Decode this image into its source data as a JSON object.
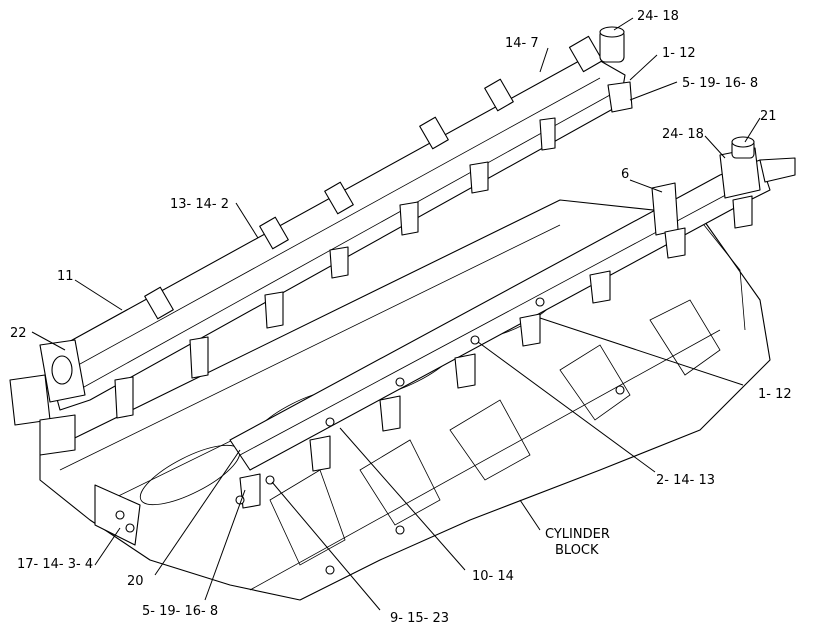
{
  "callouts": {
    "c_24_18_top": "24- 18",
    "c_14_7": "14- 7",
    "c_1_12_top": "1- 12",
    "c_5_19_16_8_top": "5- 19- 16- 8",
    "c_21": "21",
    "c_24_18_right": "24- 18",
    "c_6": "6",
    "c_13_14_2": "13- 14- 2",
    "c_11": "11",
    "c_22": "22",
    "c_1_12_right": "1- 12",
    "c_2_14_13": "2- 14- 13",
    "c_cyl_line1": "CYLINDER",
    "c_cyl_line2": "BLOCK",
    "c_17_14_3_4": "17- 14- 3- 4",
    "c_20": "20",
    "c_10_14": "10- 14",
    "c_5_19_16_8_bottom": "5- 19- 16- 8",
    "c_9_15_23": "9- 15- 23"
  }
}
